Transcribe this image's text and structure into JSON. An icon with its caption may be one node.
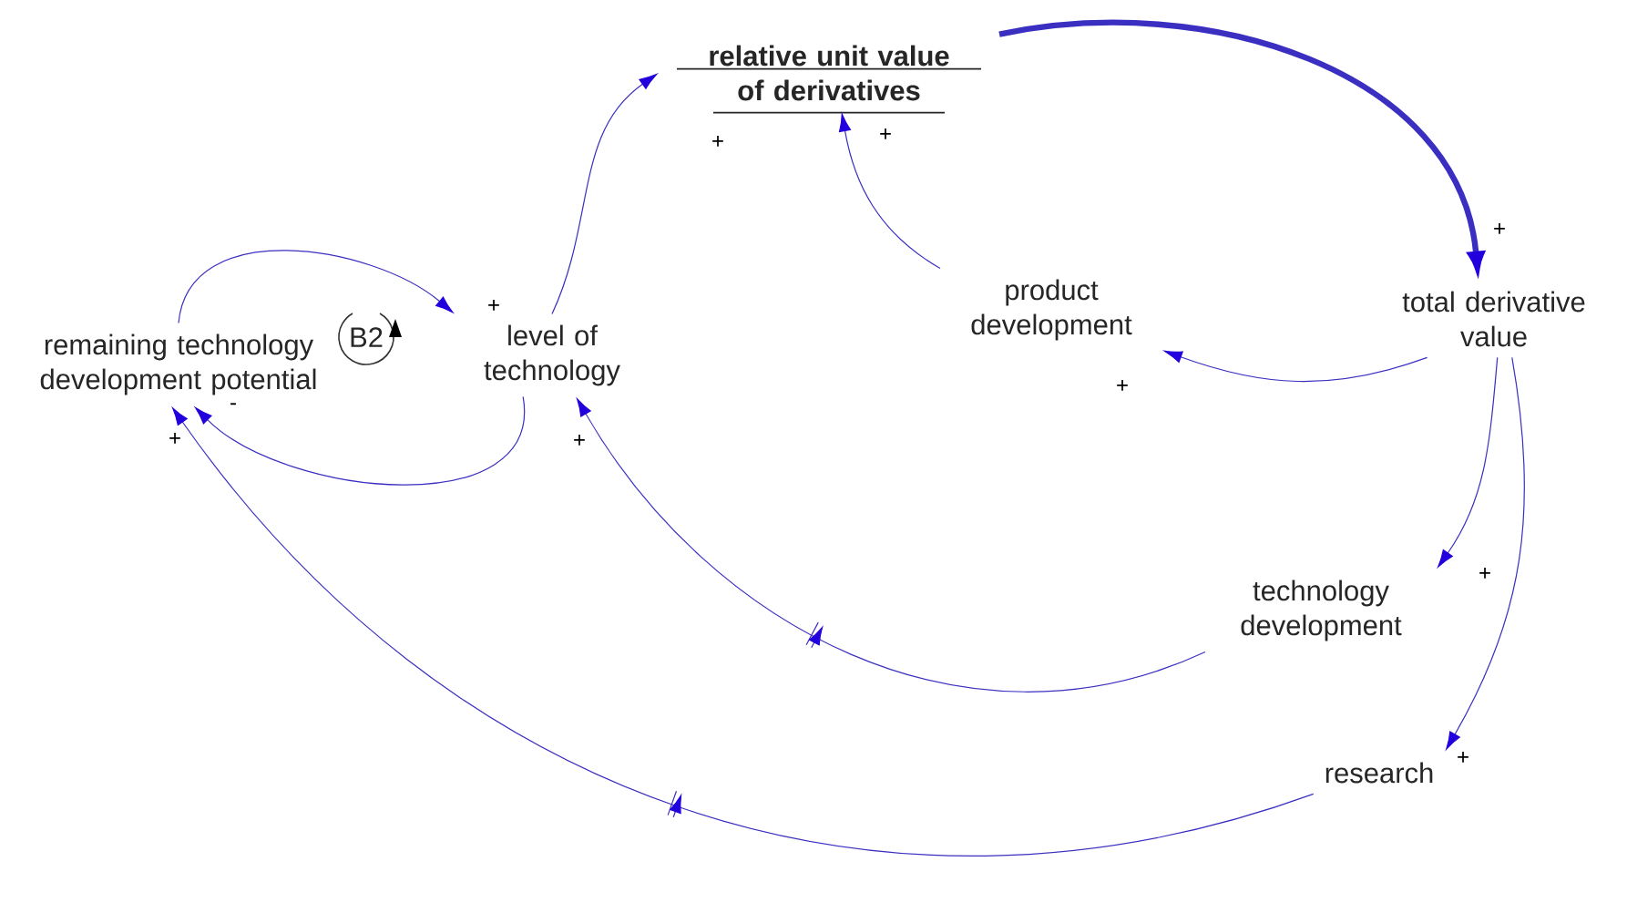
{
  "diagram": {
    "nodes": [
      {
        "text": [
          "remaining technology development potential"
        ]
      },
      {
        "text": [
          "level of technology"
        ]
      },
      {
        "text": [
          "relative unit value of derivatives"
        ]
      },
      {
        "text": [
          "product development"
        ]
      },
      {
        "text": [
          "total derivative value"
        ]
      },
      {
        "text": [
          "technology development"
        ]
      },
      {
        "text": [
          "research"
        ]
      }
    ],
    "edges": [
      {
        "from": 0,
        "to": 1,
        "arrow": "to",
        "label": "+"
      },
      {
        "from": 1,
        "to": 0,
        "arrow": "to",
        "label": "-"
      },
      {
        "from": 1,
        "to": 2,
        "arrow": "to",
        "label": "+"
      },
      {
        "from": 2,
        "to": 4,
        "arrow": "to",
        "label": "+",
        "style": "thick"
      },
      {
        "from": 3,
        "to": 2,
        "arrow": "to",
        "label": "+"
      },
      {
        "from": 4,
        "to": 3,
        "arrow": "to",
        "label": "+"
      },
      {
        "from": 4,
        "to": 5,
        "arrow": "to",
        "label": "+"
      },
      {
        "from": 4,
        "to": 6,
        "arrow": "to",
        "label": "+"
      },
      {
        "from": 5,
        "to": 1,
        "arrow": "to",
        "label": "+"
      },
      {
        "from": 6,
        "to": 0,
        "arrow": "to",
        "label": "+"
      }
    ],
    "labels": [
      "B2"
    ]
  }
}
